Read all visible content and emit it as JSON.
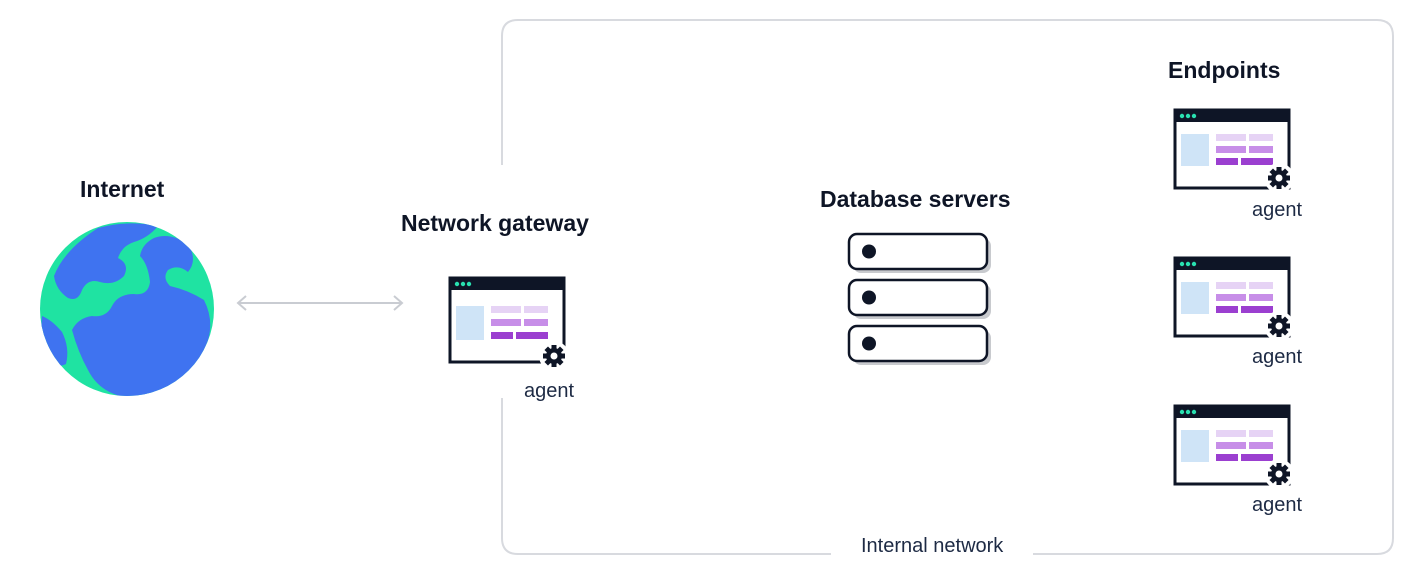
{
  "internet": {
    "title": "Internet"
  },
  "gateway": {
    "title": "Network gateway",
    "agent_label": "agent"
  },
  "database": {
    "title": "Database servers",
    "server_count": 3
  },
  "endpoints": {
    "title": "Endpoints",
    "items": [
      {
        "agent_label": "agent"
      },
      {
        "agent_label": "agent"
      },
      {
        "agent_label": "agent"
      }
    ]
  },
  "internal_network": {
    "label": "Internal network"
  },
  "colors": {
    "navy": "#0e1526",
    "globe_land": "#1fe3a2",
    "globe_water": "#3f73f0",
    "window_panel": "#cfe4f7",
    "purple_light": "#e6d3f5",
    "purple_mid": "#c78ee8",
    "purple_dark": "#9b3fd0",
    "teal_dot": "#29e0b0",
    "border_gray": "#d8dadf"
  }
}
